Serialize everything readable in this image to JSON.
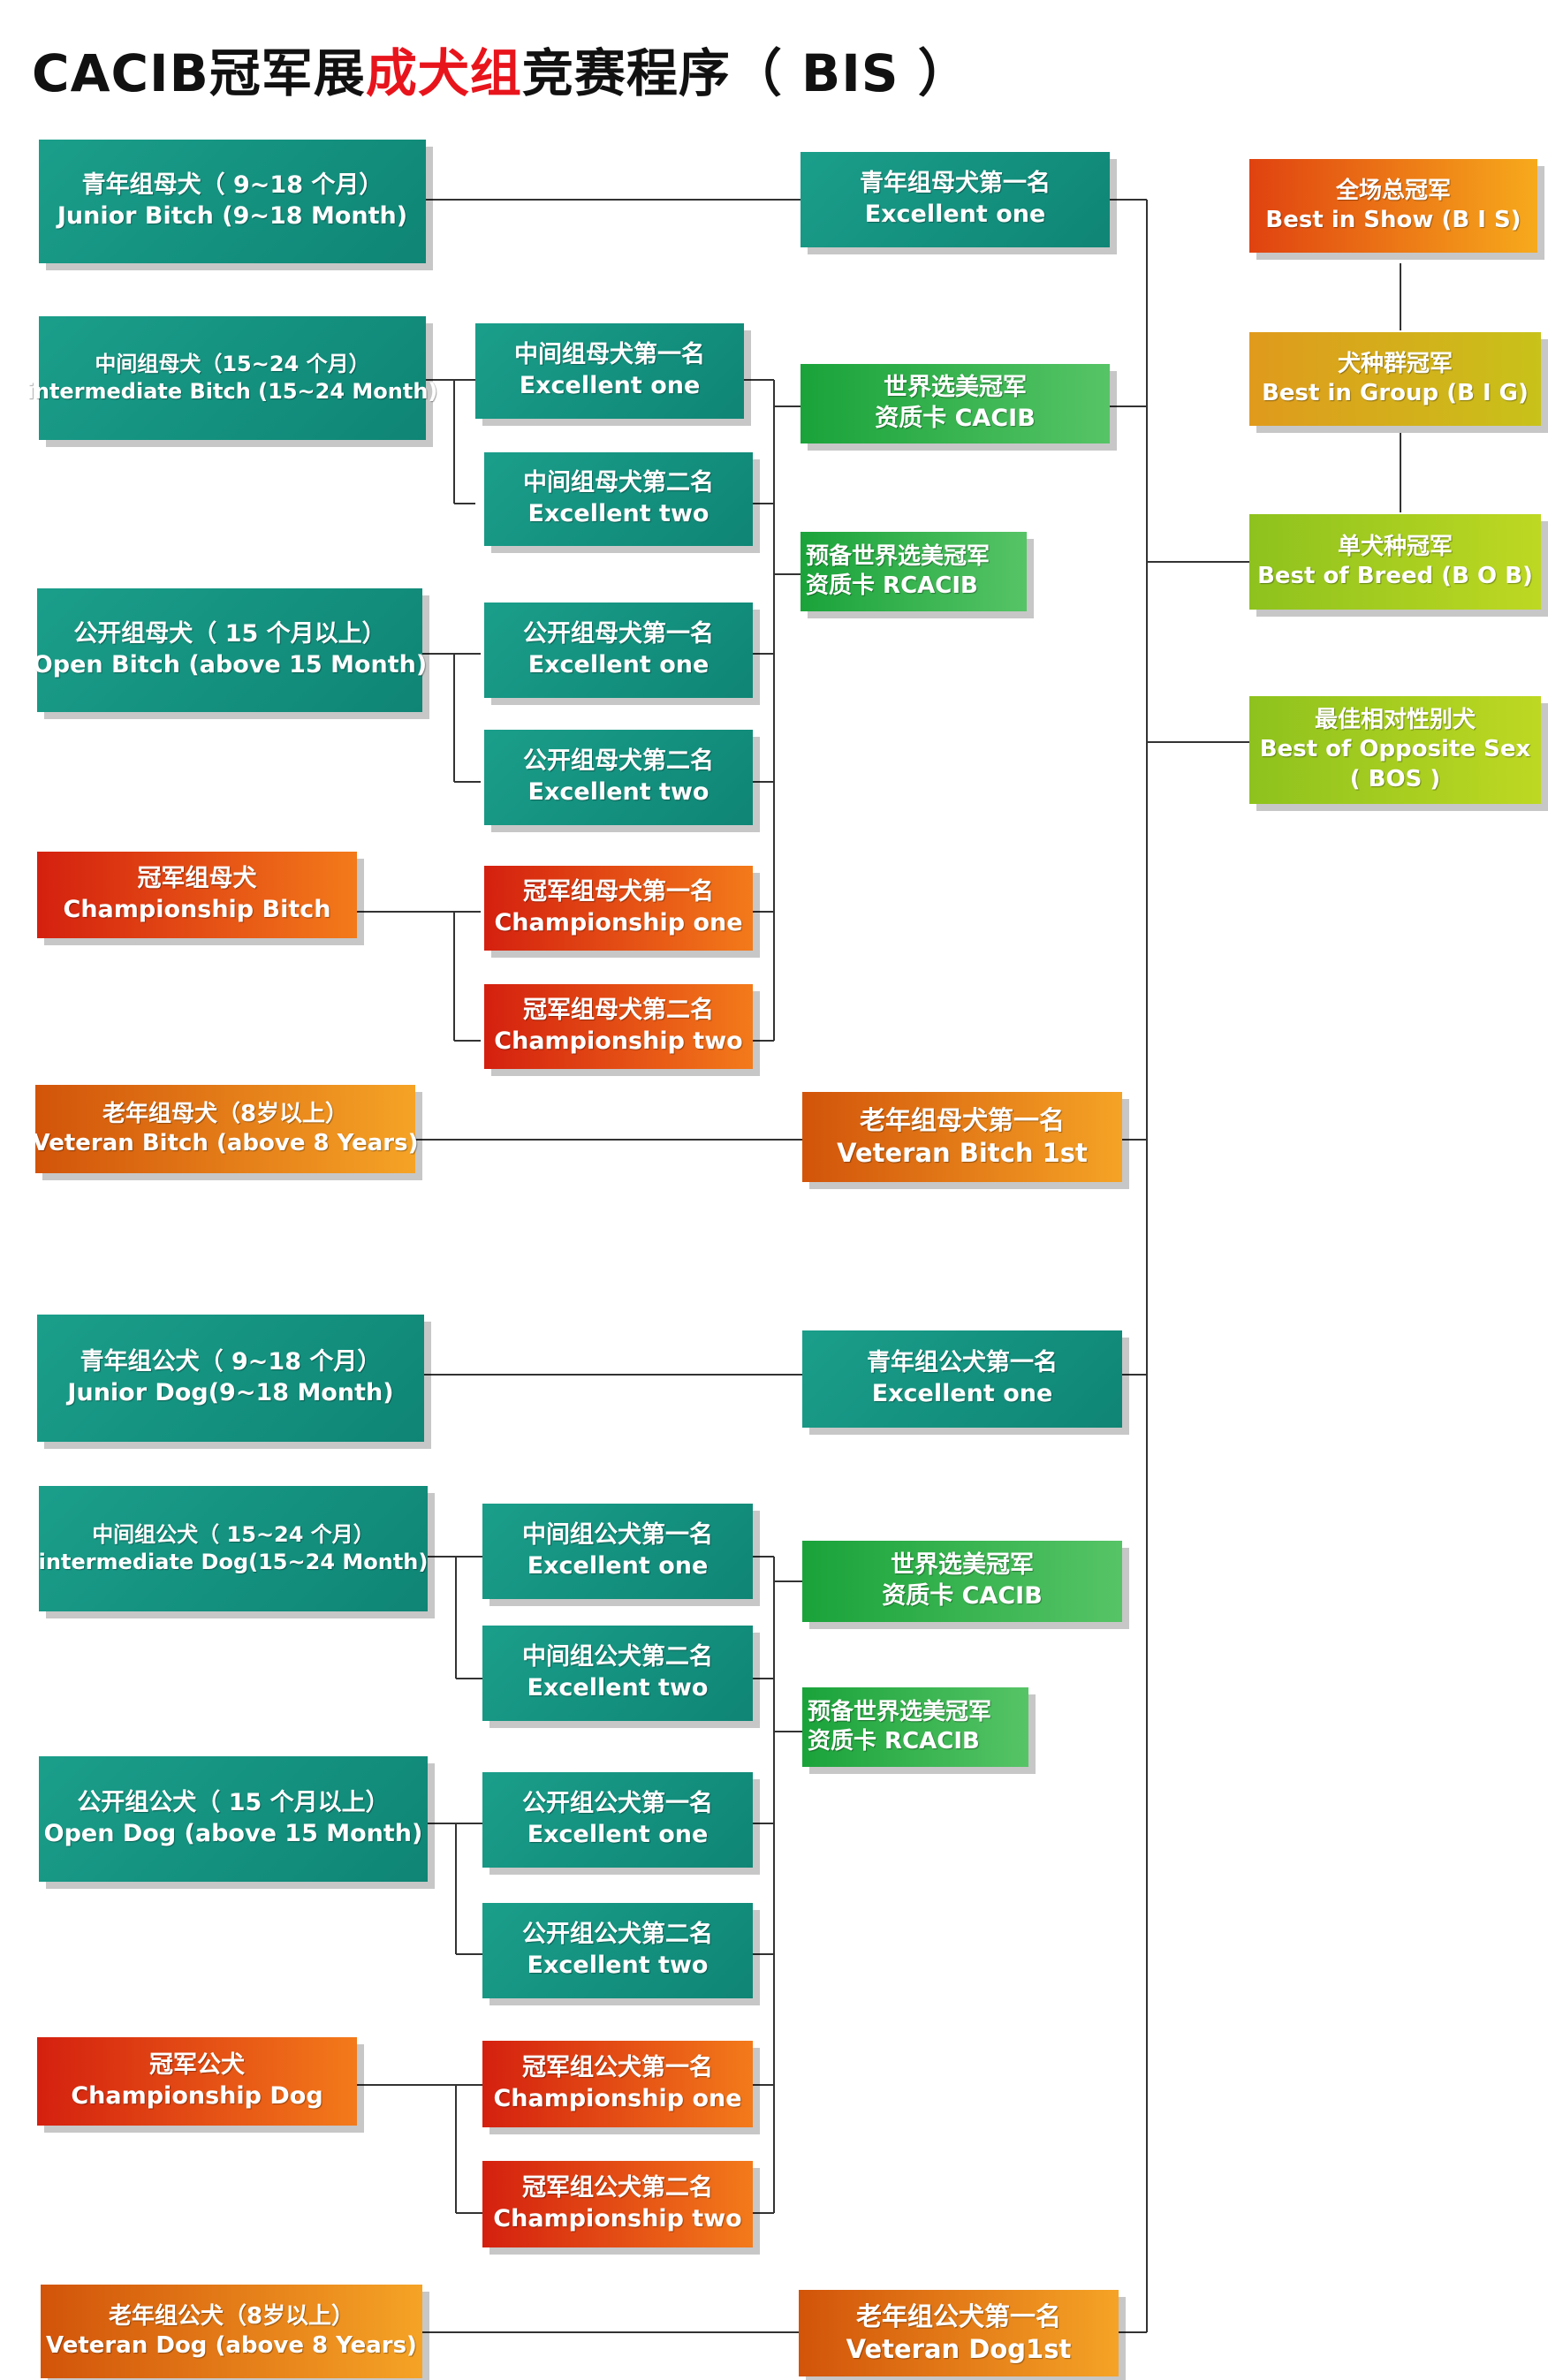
{
  "title": {
    "prefix": "CACIB冠军展",
    "highlight": "成犬组",
    "suffix": "竞赛程序（ BIS ）"
  },
  "colors": {
    "title_highlight": "#e8141c",
    "teal": "#13917f",
    "green": "#2fb04c",
    "red_orange": "#e4461a",
    "amber": "#e27f1c",
    "lime": "#a6cc20",
    "connector": "#333333"
  },
  "boxes": {
    "junior_bitch": [
      "青年组母犬（ 9~18 个月）",
      "Junior Bitch (9~18 Month)"
    ],
    "intermediate_bitch": [
      "中间组母犬（15~24 个月）",
      "intermediate Bitch (15~24 Month)"
    ],
    "open_bitch": [
      "公开组母犬（ 15 个月以上）",
      "Open Bitch (above 15 Month)"
    ],
    "champion_bitch": [
      "冠军组母犬",
      "Championship Bitch"
    ],
    "veteran_bitch": [
      "老年组母犬（8岁以上）",
      "Veteran Bitch (above 8 Years)"
    ],
    "inter_bitch_1": [
      "中间组母犬第一名",
      "Excellent one"
    ],
    "inter_bitch_2": [
      "中间组母犬第二名",
      "Excellent two"
    ],
    "open_bitch_1": [
      "公开组母犬第一名",
      "Excellent one"
    ],
    "open_bitch_2": [
      "公开组母犬第二名",
      "Excellent two"
    ],
    "champ_bitch_1": [
      "冠军组母犬第一名",
      "Championship one"
    ],
    "champ_bitch_2": [
      "冠军组母犬第二名",
      "Championship two"
    ],
    "junior_bitch_1": [
      "青年组母犬第一名",
      "Excellent one"
    ],
    "cacib_bitch": [
      "世界选美冠军",
      "资质卡  CACIB"
    ],
    "rcacib_bitch": [
      "预备世界选美冠军",
      "资质卡    RCACIB"
    ],
    "veteran_bitch_1": [
      "老年组母犬第一名",
      "Veteran Bitch 1st"
    ],
    "junior_dog": [
      "青年组公犬（ 9~18 个月）",
      "Junior Dog(9~18 Month)"
    ],
    "intermediate_dog": [
      "中间组公犬（ 15~24 个月）",
      "intermediate Dog(15~24 Month)"
    ],
    "open_dog": [
      "公开组公犬（ 15 个月以上）",
      "Open Dog (above 15 Month)"
    ],
    "champion_dog": [
      "冠军公犬",
      "Championship Dog"
    ],
    "veteran_dog": [
      "老年组公犬（8岁以上）",
      "Veteran Dog (above 8 Years)"
    ],
    "inter_dog_1": [
      "中间组公犬第一名",
      "Excellent one"
    ],
    "inter_dog_2": [
      "中间组公犬第二名",
      "Excellent two"
    ],
    "open_dog_1": [
      "公开组公犬第一名",
      "Excellent one"
    ],
    "open_dog_2": [
      "公开组公犬第二名",
      "Excellent two"
    ],
    "champ_dog_1": [
      "冠军组公犬第一名",
      "Championship one"
    ],
    "champ_dog_2": [
      "冠军组公犬第二名",
      "Championship two"
    ],
    "junior_dog_1": [
      "青年组公犬第一名",
      "Excellent one"
    ],
    "cacib_dog": [
      "世界选美冠军",
      "资质卡  CACIB"
    ],
    "rcacib_dog": [
      "预备世界选美冠军",
      "资质卡    RCACIB"
    ],
    "veteran_dog_1": [
      "老年组公犬第一名",
      "Veteran Dog1st"
    ],
    "bis": [
      "全场总冠军",
      "Best in Show (B I S)"
    ],
    "big": [
      "犬种群冠军",
      "Best in Group (B I G)"
    ],
    "bob": [
      "单犬种冠军",
      "Best of Breed (B O B)"
    ],
    "bos": [
      "最佳相对性别犬",
      "Best of Opposite Sex",
      "( BOS )"
    ]
  }
}
